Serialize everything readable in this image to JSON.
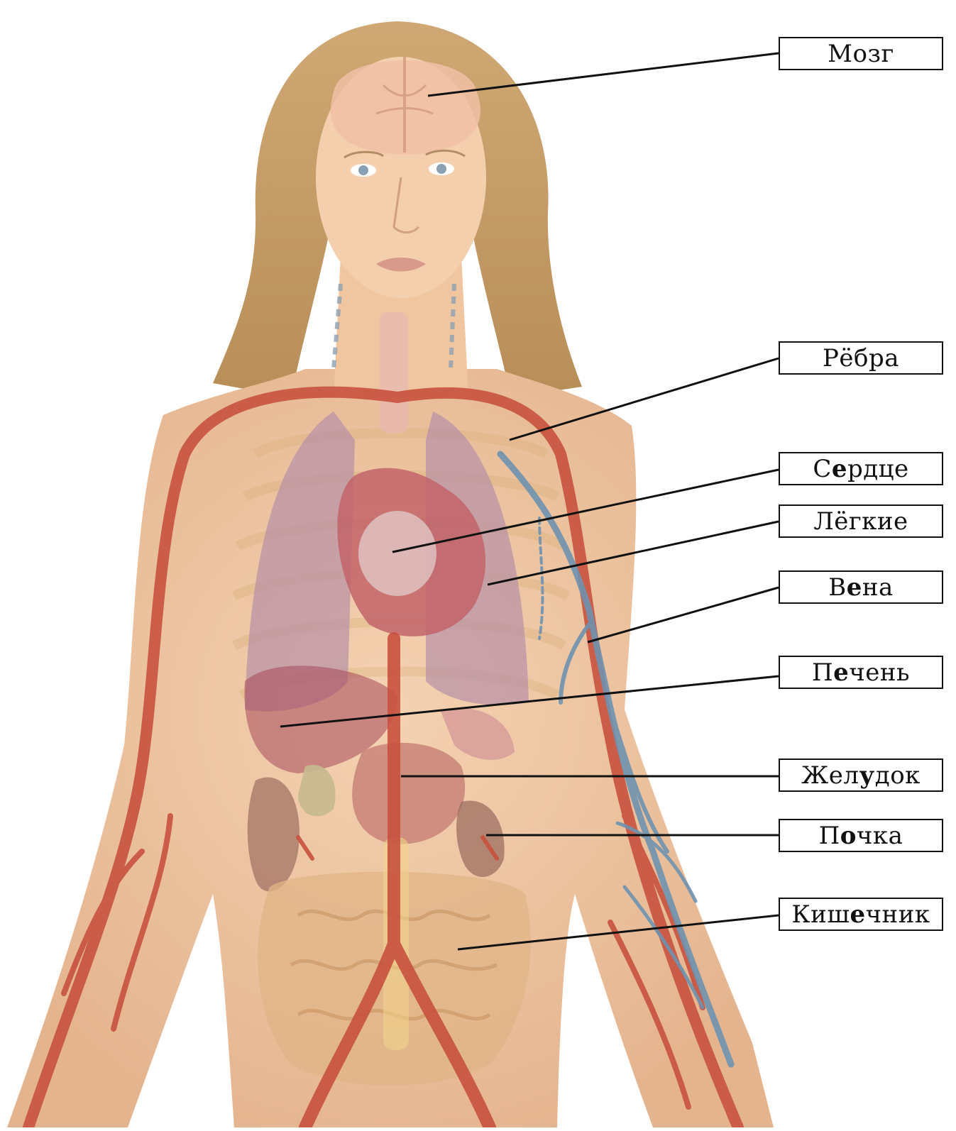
{
  "diagram": {
    "labels": [
      {
        "key": "brain",
        "pre": "Мозг",
        "stress": "",
        "post": ""
      },
      {
        "key": "ribs",
        "pre": "Рёбра",
        "stress": "",
        "post": ""
      },
      {
        "key": "heart",
        "pre": "С",
        "stress": "е",
        "post": "рдце"
      },
      {
        "key": "lungs",
        "pre": "Лёгкие",
        "stress": "",
        "post": ""
      },
      {
        "key": "vein",
        "pre": "В",
        "stress": "е",
        "post": "на"
      },
      {
        "key": "liver",
        "pre": "П",
        "stress": "е",
        "post": "чень"
      },
      {
        "key": "stomach",
        "pre": "Жел",
        "stress": "у",
        "post": "док"
      },
      {
        "key": "kidney",
        "pre": "П",
        "stress": "о",
        "post": "чка"
      },
      {
        "key": "intestine",
        "pre": "Киш",
        "stress": "е",
        "post": "чник"
      }
    ]
  },
  "colors": {
    "skin": "#f0c8a4",
    "skin_shadow": "#e2ae86",
    "hair": "#c9a46e",
    "artery": "#c8523f",
    "vein": "#6f93b0",
    "lung": "#b690a6",
    "heart": "#c2646a",
    "liver": "#a6485a",
    "stomach": "#c98478",
    "kidney": "#9e6e62",
    "intestine": "#e0b487",
    "brain": "#f0c0a4",
    "leader_line": "#111111"
  }
}
